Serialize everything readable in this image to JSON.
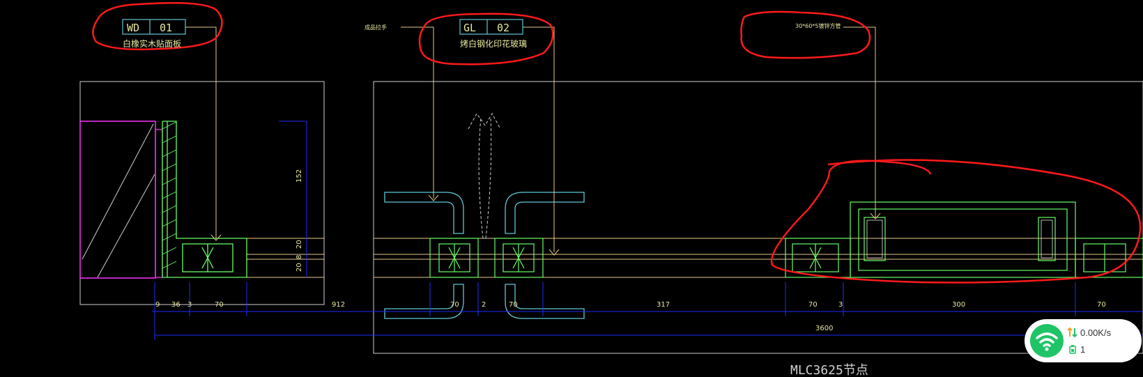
{
  "drawing": {
    "tag_wd": {
      "code": "WD",
      "num": "01",
      "desc": "白橡实木贴面板"
    },
    "tag_gl": {
      "code": "GL",
      "num": "02",
      "desc": "烤白钢化印花玻璃"
    },
    "note_handle": "成品拉手",
    "note_tube": "30*60*5镀锌方管",
    "title": "MLC3625节点",
    "dims_left_vertical": [
      "152",
      "20",
      "8",
      "20"
    ],
    "dims_bottom": [
      "9",
      "36",
      "3",
      "70",
      "912",
      "70",
      "2",
      "70",
      "317",
      "70",
      "3",
      "300",
      "70"
    ],
    "dim_total": "3600"
  },
  "colors": {
    "frame": "#d8d8d8",
    "wood": "#66ff66",
    "glass": "#e6c88a",
    "handle": "#5ec8d6",
    "leader": "#e6c88a",
    "dim": "#1f2bff",
    "wall": "#ff33ff",
    "markup": "#ff1a1a",
    "tag": "#5ec8d6",
    "text": "#e8e8a0"
  },
  "widget": {
    "speed": "0.00K/s",
    "count": "1",
    "icon": "wifi-icon"
  }
}
